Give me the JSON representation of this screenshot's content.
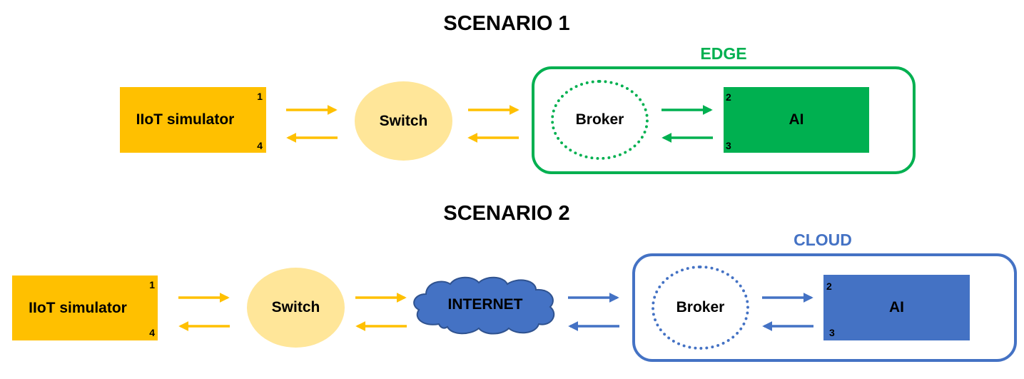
{
  "colors": {
    "orange": "#FFC000",
    "light_orange": "#FFE699",
    "green": "#00B050",
    "blue": "#4472C4",
    "black": "#000000"
  },
  "scenario1": {
    "title": "SCENARIO 1",
    "zone_label": "EDGE",
    "simulator": {
      "label": "IIoT simulator",
      "num_top": "1",
      "num_bottom": "4"
    },
    "switch": {
      "label": "Switch"
    },
    "broker": {
      "label": "Broker"
    },
    "ai": {
      "label": "AI",
      "num_top": "2",
      "num_bottom": "3"
    }
  },
  "scenario2": {
    "title": "SCENARIO 2",
    "zone_label": "CLOUD",
    "simulator": {
      "label": "IIoT simulator",
      "num_top": "1",
      "num_bottom": "4"
    },
    "switch": {
      "label": "Switch"
    },
    "internet": {
      "label": "INTERNET"
    },
    "broker": {
      "label": "Broker"
    },
    "ai": {
      "label": "AI",
      "num_top": "2",
      "num_bottom": "3"
    }
  }
}
